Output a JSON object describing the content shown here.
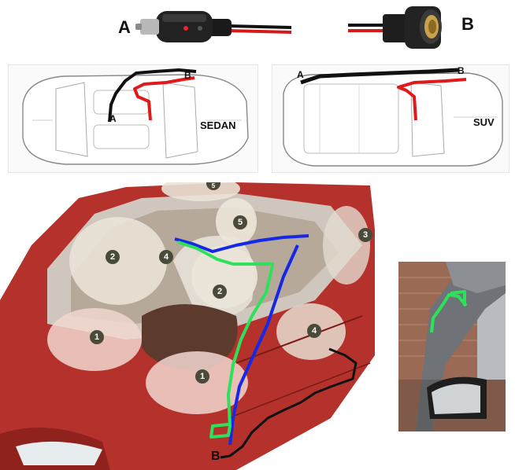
{
  "connectors": {
    "plug_label": "A",
    "socket_label": "B"
  },
  "top_views": [
    {
      "type_label": "SEDAN",
      "start_label": "A",
      "end_label": "B"
    },
    {
      "type_label": "SUV",
      "start_label": "A",
      "end_label": "B"
    }
  ],
  "airbag_diagram": {
    "markers": [
      "1",
      "1",
      "2",
      "2",
      "3",
      "4",
      "4",
      "5",
      "5"
    ],
    "end_label": "B"
  },
  "colors": {
    "route_black": "#111111",
    "route_red": "#e0191b",
    "route_blue": "#1428e6",
    "route_green": "#2de25a",
    "car_body": "#b5322c",
    "airbag": "#e9e2d6"
  },
  "icons": [
    "cigarette-plug-icon",
    "power-socket-icon",
    "sedan-top-view-icon",
    "suv-top-view-icon",
    "car-interior-icon",
    "a-pillar-photo-icon"
  ]
}
